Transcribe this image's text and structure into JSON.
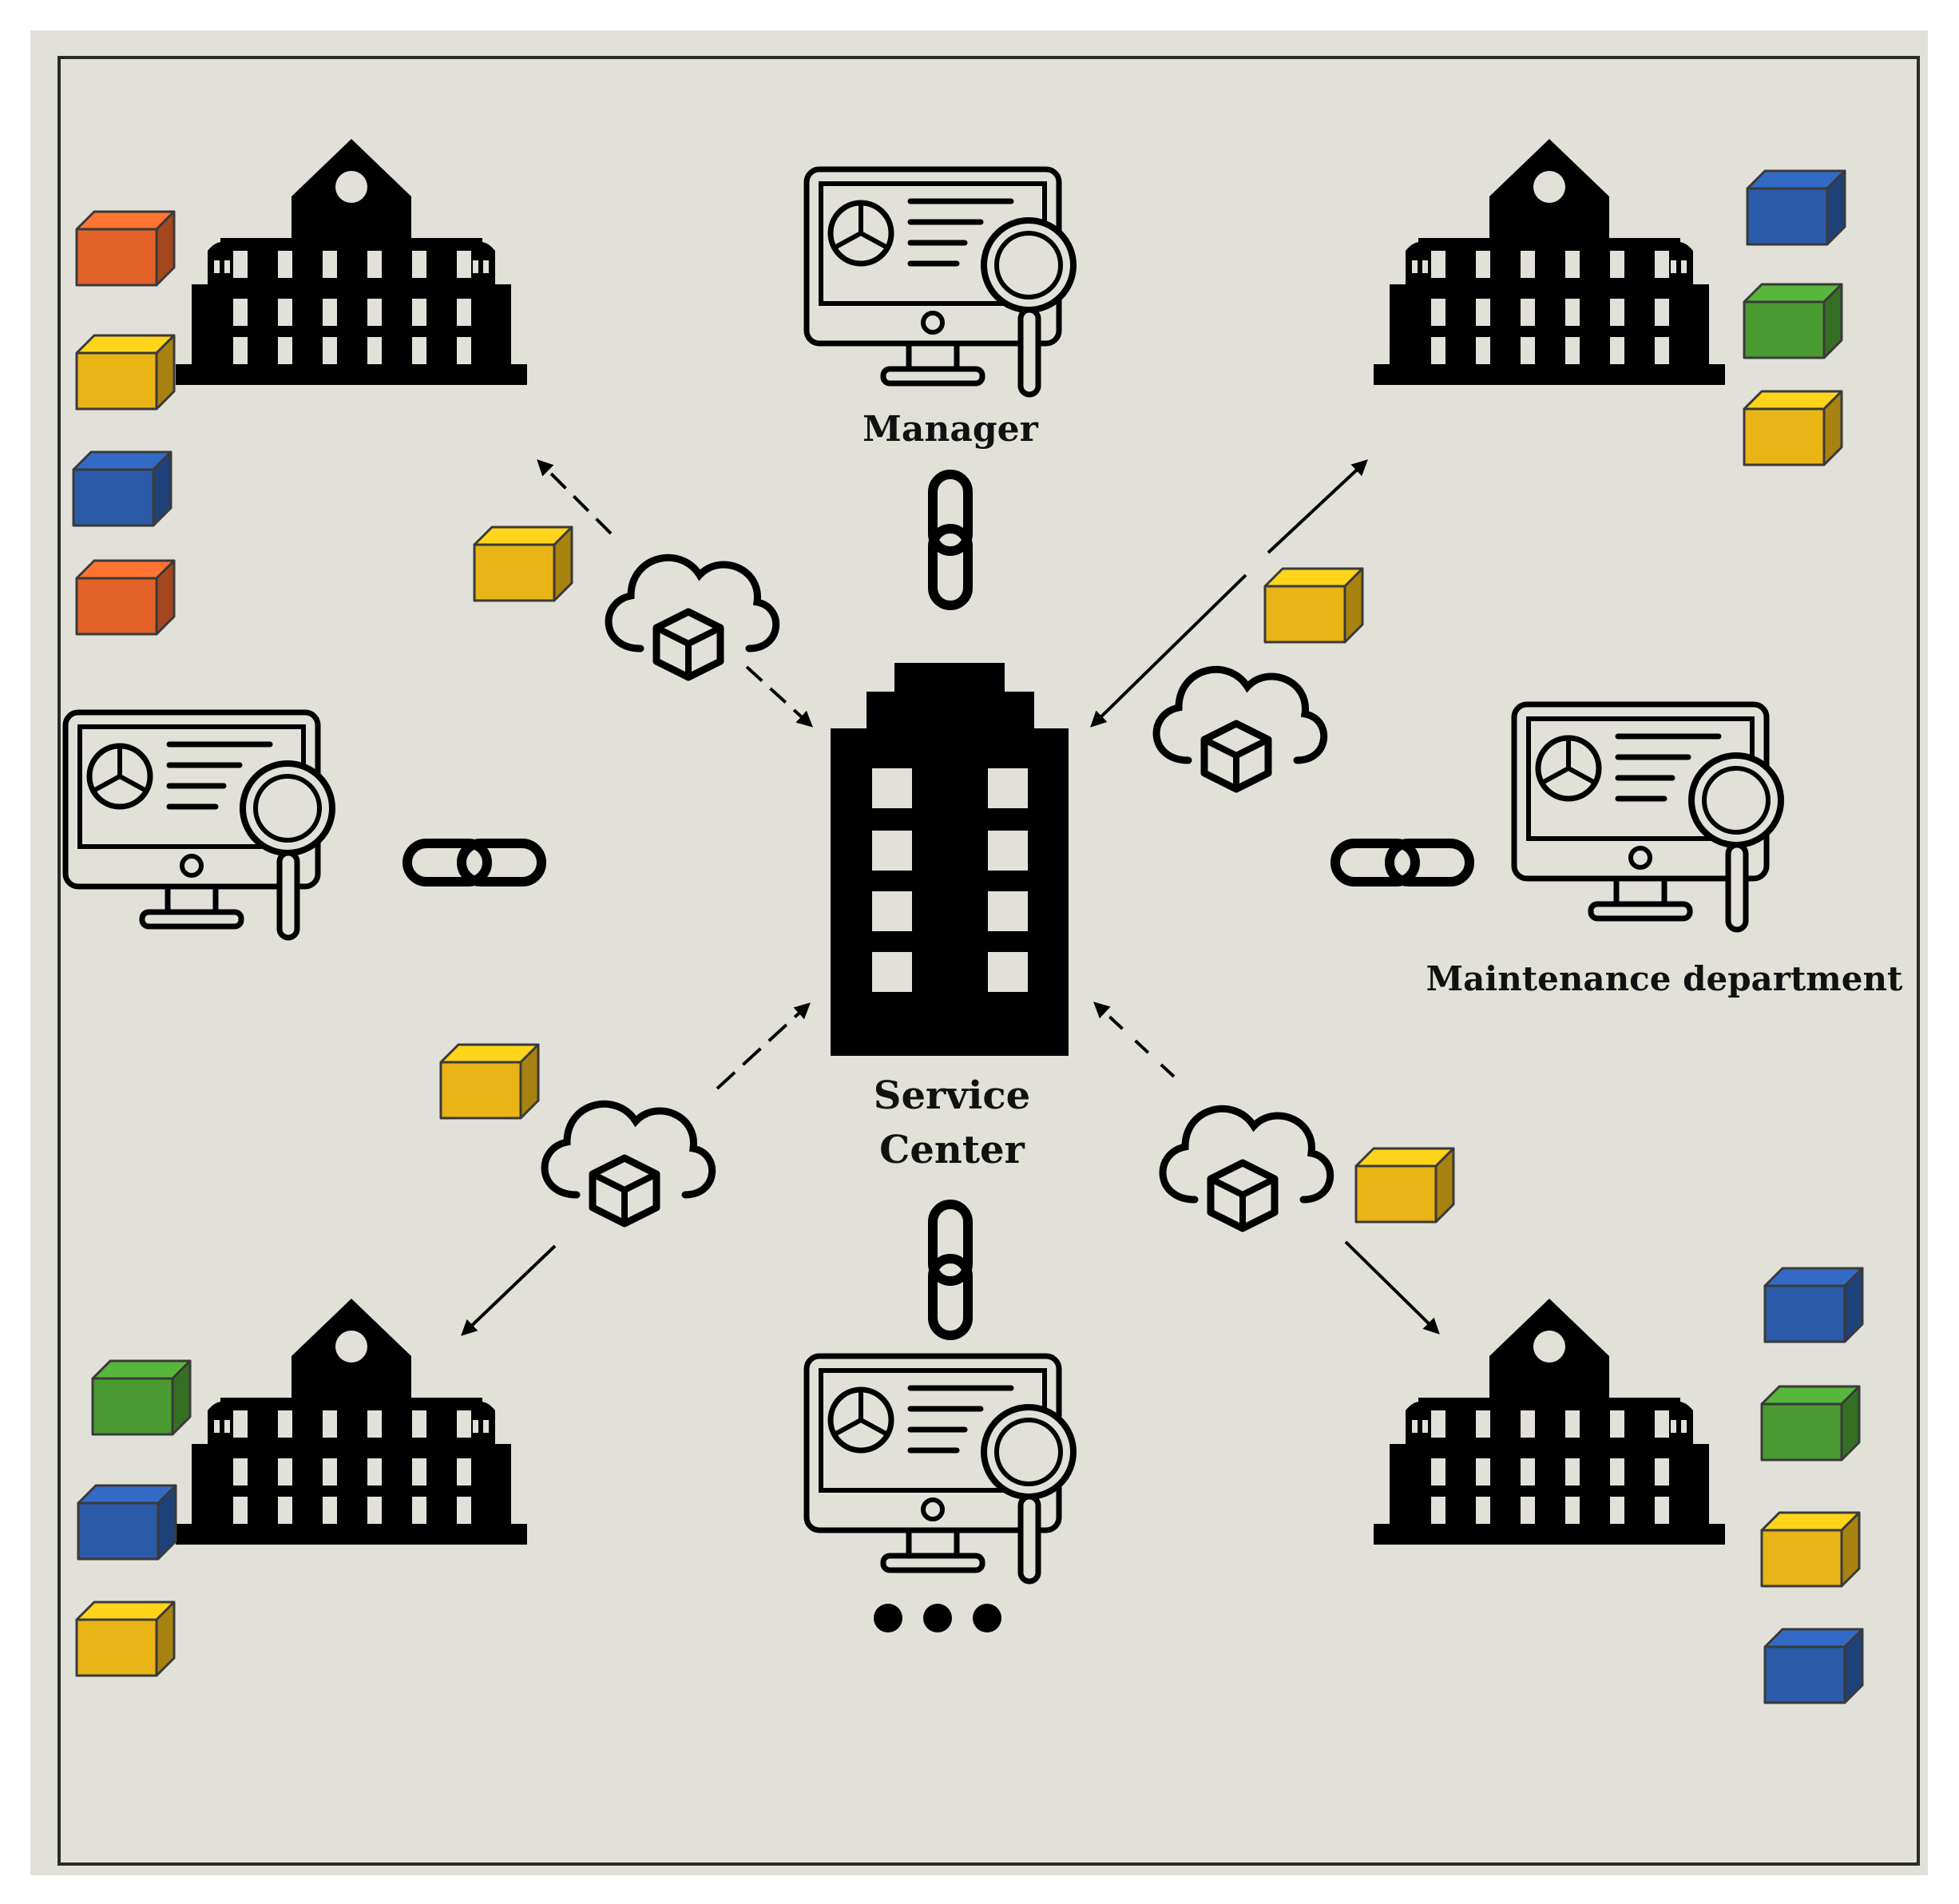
{
  "colors": {
    "background": "#e2e1d9",
    "frame": "#2a2a2a",
    "ink": "#000000",
    "orange": "#e2622a",
    "yellow": "#e9b416",
    "blue": "#2b5aa8",
    "green": "#4a9a32"
  },
  "labels": {
    "manager": "Manager",
    "service_center_line1": "Service",
    "service_center_line2": "Center",
    "maintenance": "Maintenance department"
  },
  "icons": {
    "hub": "office-building-icon",
    "node": "school-building-icon",
    "terminal": "monitor-analytics-icon",
    "link": "chain-link-icon",
    "cloud": "cloud-package-icon",
    "block": "cube-icon",
    "more": "ellipsis-icon"
  },
  "building_blocks": {
    "top_left": [
      "orange",
      "yellow",
      "blue",
      "orange"
    ],
    "top_right": [
      "blue",
      "green",
      "yellow"
    ],
    "bottom_left": [
      "green",
      "blue",
      "yellow"
    ],
    "bottom_right": [
      "blue",
      "green",
      "yellow",
      "blue"
    ]
  },
  "in_transit_blocks": [
    "yellow",
    "yellow",
    "yellow",
    "yellow"
  ],
  "connections": [
    {
      "from": "service-center",
      "to": "building-top-left",
      "style": "dashed",
      "arrows": "both"
    },
    {
      "from": "service-center",
      "to": "building-top-right",
      "style": "solid",
      "arrows": "both"
    },
    {
      "from": "service-center",
      "to": "building-bottom-left",
      "style": "dashed-solid",
      "arrows": "both"
    },
    {
      "from": "service-center",
      "to": "building-bottom-right",
      "style": "dashed-solid",
      "arrows": "both"
    },
    {
      "from": "service-center",
      "to": "monitor-manager",
      "style": "chain-link"
    },
    {
      "from": "service-center",
      "to": "monitor-left",
      "style": "chain-link"
    },
    {
      "from": "service-center",
      "to": "monitor-maintenance",
      "style": "chain-link"
    },
    {
      "from": "service-center",
      "to": "monitor-bottom",
      "style": "chain-link"
    }
  ]
}
